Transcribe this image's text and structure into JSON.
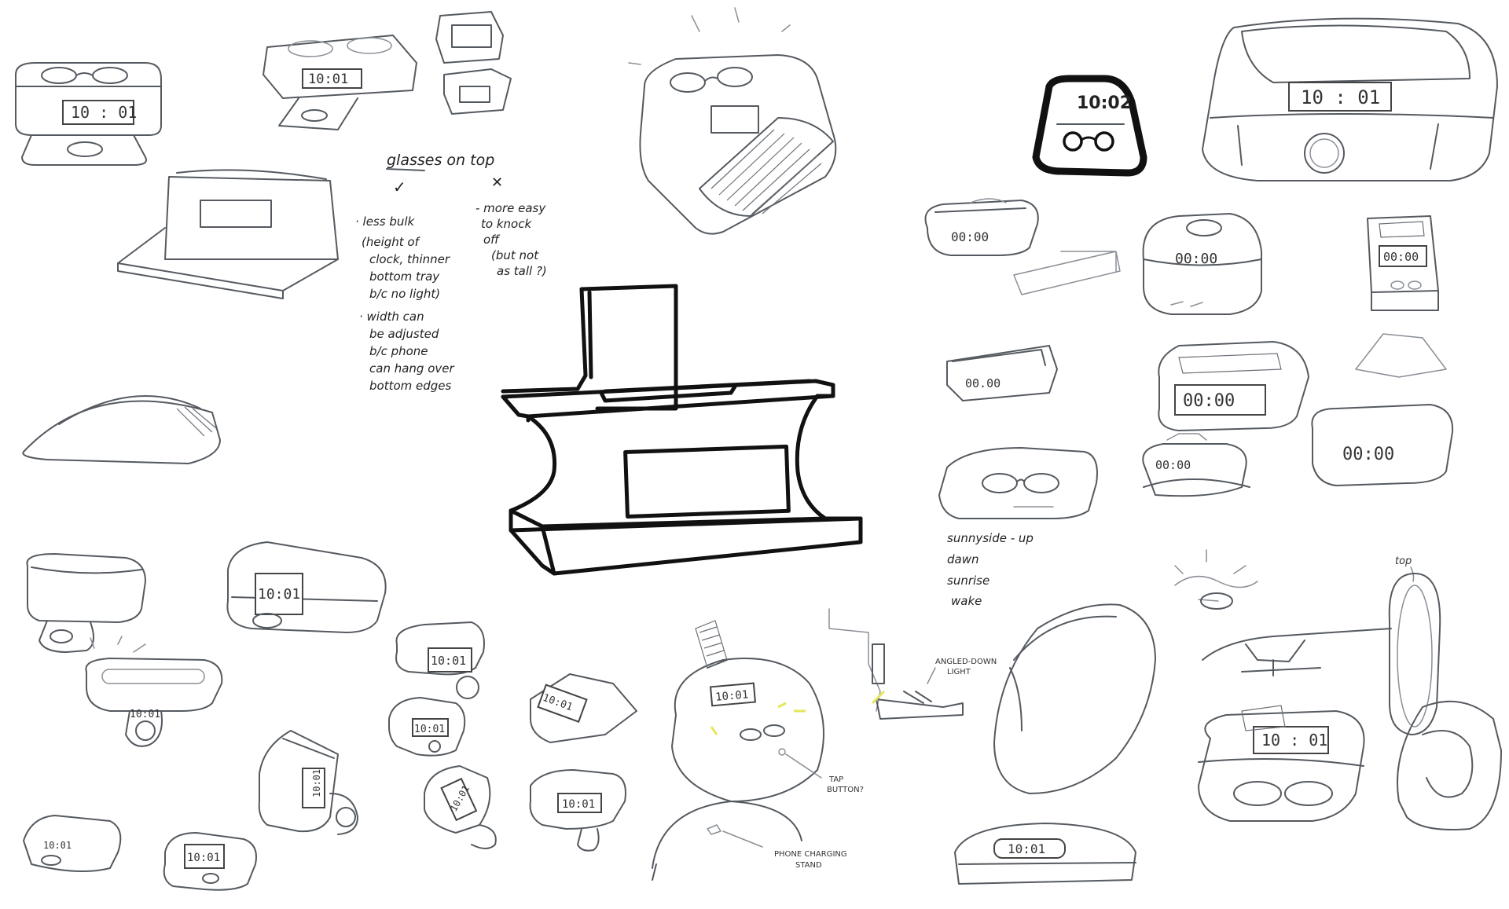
{
  "clock_displays": {
    "tl_main": "10 : 01",
    "tl_small": "10:01",
    "tr_big": "10 : 01",
    "badge": "10:02",
    "seg_a": "00:00",
    "seg_b": "00:00",
    "seg_c": "00:00",
    "seg_d": "00.00",
    "seg_e": "00:00",
    "seg_f": "00:00",
    "bl_a": "10:01",
    "bl_b": "10:01",
    "bl_c": "10:01",
    "bl_d": "10:01",
    "bl_e": "10:01",
    "bl_f": "10:01",
    "bl_g": "10:01",
    "bl_h": "10:01",
    "bl_i": "10:01",
    "mid_a": "10:01",
    "br_a": "10:01",
    "br_b": "10 : 01",
    "br_c": "10 : 01"
  },
  "notes": {
    "glasses_heading": "glasses on top",
    "check_mark": "✓",
    "x_mark": "✕",
    "pros": [
      "· less bulk",
      "(height of",
      "clock, thinner",
      "bottom tray",
      "b/c no light)",
      "· width can",
      "be adjusted",
      "b/c phone",
      "can hang over",
      "bottom edges"
    ],
    "cons": [
      "- more easy",
      "to knock",
      "off",
      "(but not",
      "as tall ?)"
    ],
    "names": [
      "sunnyside - up",
      "dawn",
      "sunrise",
      "wake"
    ],
    "angled_light": [
      "ANGLED-DOWN",
      "LIGHT"
    ],
    "tap_button": [
      "TAP",
      "BUTTON?"
    ],
    "phone_stand": [
      "PHONE CHARGING",
      "STAND"
    ],
    "top_label": "top"
  },
  "colors": {
    "sketch_stroke": "#555a60",
    "ink_stroke": "#111111",
    "highlight_marker": "#e6e65a"
  }
}
